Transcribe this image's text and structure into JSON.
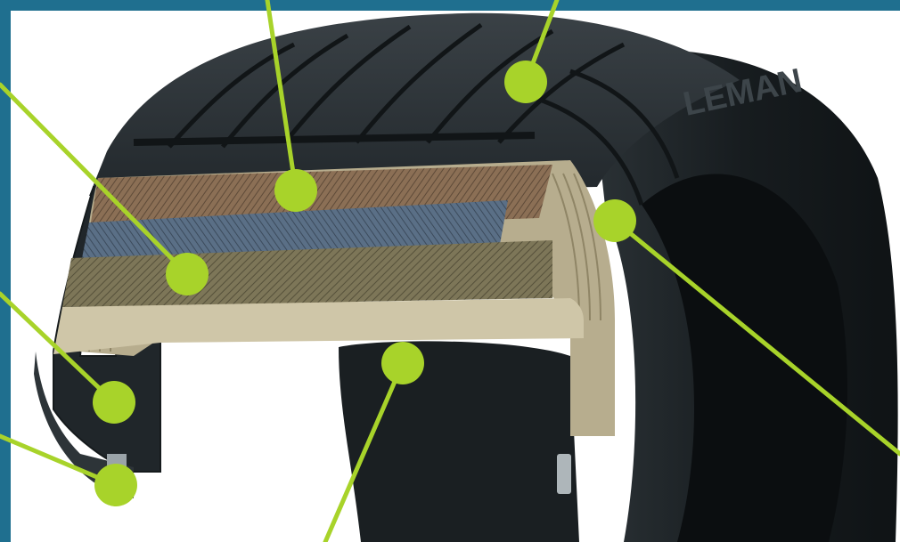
{
  "colors": {
    "frame_blue": "#1f6f8f",
    "marker_green": "#a8d32a",
    "tire_black": "#1c2226",
    "tread_black": "#2a3034",
    "belt_brown": "#8b6f55",
    "belt_blue": "#5a6f86",
    "belt_olive": "#7d7658",
    "carcass_tan": "#b7ad8e",
    "background": "#ffffff"
  },
  "sidewall_lettering": "LEMAN",
  "callouts": [
    {
      "id": "tread-top",
      "name": "tread-marker"
    },
    {
      "id": "cap-ply",
      "name": "cap-ply-marker"
    },
    {
      "id": "steel-belt",
      "name": "steel-belt-marker"
    },
    {
      "id": "inner-liner",
      "name": "inner-liner-marker"
    },
    {
      "id": "bead",
      "name": "bead-marker"
    },
    {
      "id": "body-ply",
      "name": "body-ply-marker"
    },
    {
      "id": "sidewall",
      "name": "sidewall-marker"
    }
  ]
}
